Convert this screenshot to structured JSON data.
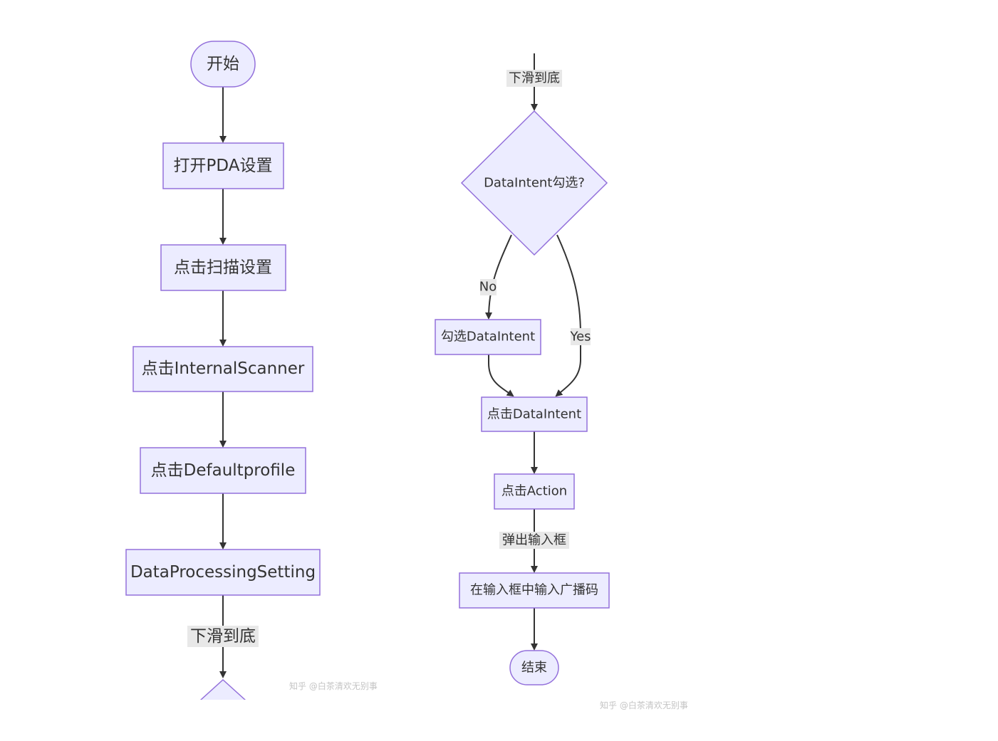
{
  "left_flow": {
    "start": "开始",
    "step1": "打开PDA设置",
    "step2": "点击扫描设置",
    "step3": "点击InternalScanner",
    "step4": "点击Defaultprofile",
    "step5": "DataProcessingSetting",
    "edge_label": "下滑到底"
  },
  "right_flow": {
    "edge_label_top": "下滑到底",
    "decision": "DataIntent勾选?",
    "no_label": "No",
    "yes_label": "Yes",
    "check_node": "勾选DataIntent",
    "click_node": "点击DataIntent",
    "action_node": "点击Action",
    "popup_label": "弹出输入框",
    "input_node": "在输入框中输入广播码",
    "end": "结束"
  },
  "watermark": "知乎 @白茶清欢无别事",
  "colors": {
    "node_fill": "#ECECFF",
    "node_stroke": "#9370DB",
    "edge": "#333333"
  }
}
